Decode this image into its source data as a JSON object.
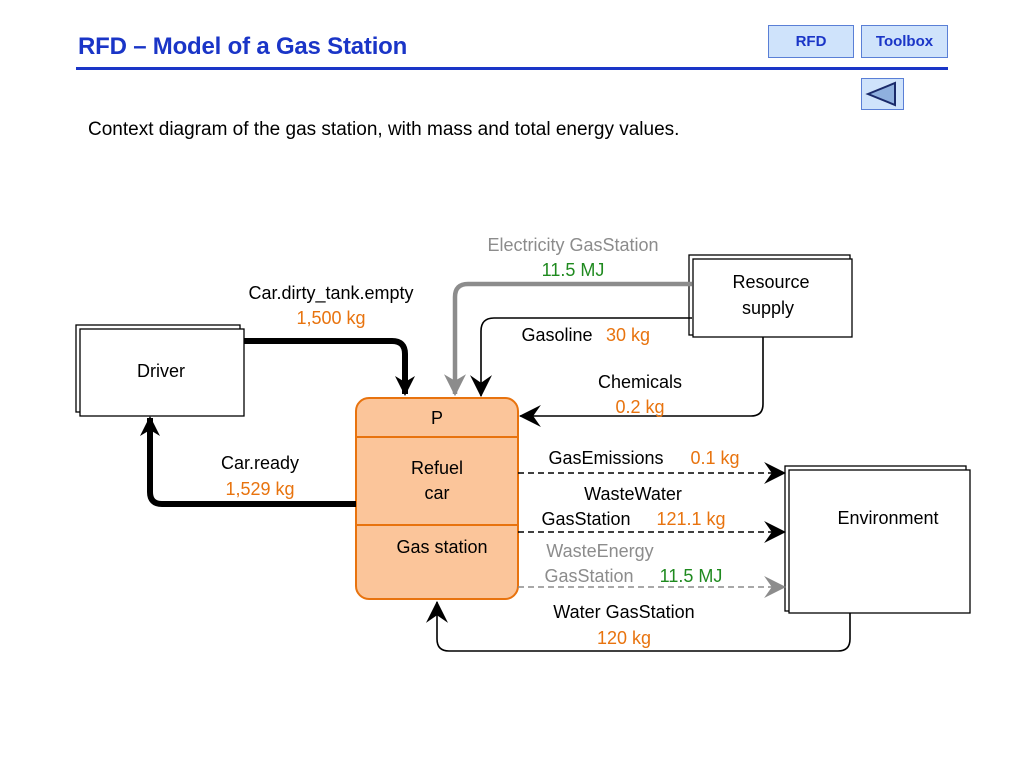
{
  "header": {
    "title": "RFD – Model of a Gas Station",
    "nav_rfd": "RFD",
    "nav_toolbox": "Toolbox"
  },
  "subtitle": "Context diagram of the gas station, with mass and total energy values.",
  "diagram": {
    "process": {
      "id": "P",
      "name_line1": "Refuel",
      "name_line2": "car",
      "location": "Gas station"
    },
    "entities": {
      "driver": "Driver",
      "resource_line1": "Resource",
      "resource_line2": "supply",
      "environment": "Environment"
    },
    "flows": {
      "car_dirty": {
        "label": "Car.dirty_tank.empty",
        "value": "1,500 kg"
      },
      "car_ready": {
        "label": "Car.ready",
        "value": "1,529 kg"
      },
      "electricity": {
        "label": "Electricity GasStation",
        "value": "11.5 MJ"
      },
      "gasoline": {
        "label": "Gasoline",
        "value": "30 kg"
      },
      "chemicals": {
        "label": "Chemicals",
        "value": "0.2 kg"
      },
      "gas_emissions": {
        "label": "GasEmissions",
        "value": "0.1 kg"
      },
      "waste_water": {
        "label_line1": "WasteWater",
        "label_line2": "GasStation",
        "value": "121.1 kg"
      },
      "waste_energy": {
        "label_line1": "WasteEnergy",
        "label_line2": "GasStation",
        "value": "11.5 MJ"
      },
      "water": {
        "label": "Water GasStation",
        "value": "120 kg"
      }
    },
    "colors": {
      "mass_value": "#e8730e",
      "energy_value": "#1f8a1f",
      "energy_flow": "#8c8c8c",
      "process_fill": "#fbc59a",
      "process_stroke": "#e8730e",
      "title": "#1a35c7"
    }
  }
}
